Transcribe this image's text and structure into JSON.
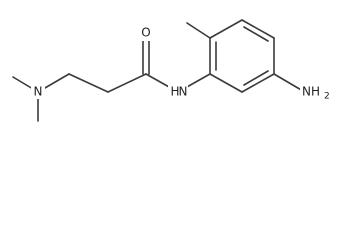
{
  "structure": {
    "atoms": {
      "oxygen": "O",
      "amide_nitrogen": "N",
      "amide_hydrogen": "H",
      "amine_nitrogen": "N",
      "amino_group": "NH",
      "amino_subscript": "2"
    }
  }
}
